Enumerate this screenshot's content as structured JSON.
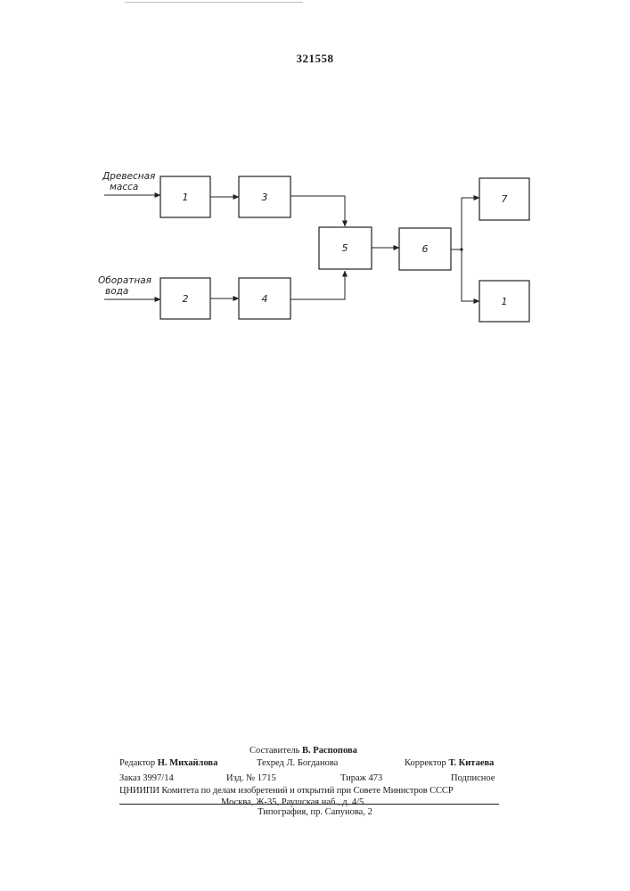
{
  "document": {
    "patent_number": "321558"
  },
  "diagram": {
    "inputs": {
      "wood_pulp_line1": "Древесная",
      "wood_pulp_line2": "масса",
      "water_line1": "Оборатная",
      "water_line2": "вода"
    },
    "blocks": [
      {
        "id": "b1",
        "label": "1"
      },
      {
        "id": "b2",
        "label": "2"
      },
      {
        "id": "b3",
        "label": "3"
      },
      {
        "id": "b4",
        "label": "4"
      },
      {
        "id": "b5",
        "label": "5"
      },
      {
        "id": "b6",
        "label": "6"
      },
      {
        "id": "b7",
        "label": "7"
      },
      {
        "id": "b8",
        "label": "1"
      }
    ]
  },
  "imprint": {
    "compiler_label": "Составитель",
    "compiler_name": "В. Распопова",
    "editor_label": "Редактор",
    "editor_name": "Н. Михайлова",
    "techred_label": "Техред",
    "techred_name": "Л. Богданова",
    "corrector_label": "Корректор",
    "corrector_name": "Т. Китаева",
    "order": "Заказ 3997/14",
    "edition": "Изд. № 1715",
    "circulation": "Тираж 473",
    "subscription": "Подписное",
    "institute": "ЦНИИПИ Комитета по делам изобретений и открытий при Совете Министров СССР",
    "address": "Москва, Ж-35, Раушская наб., д. 4/5",
    "printing_house": "Типография, пр. Сапунова, 2"
  }
}
